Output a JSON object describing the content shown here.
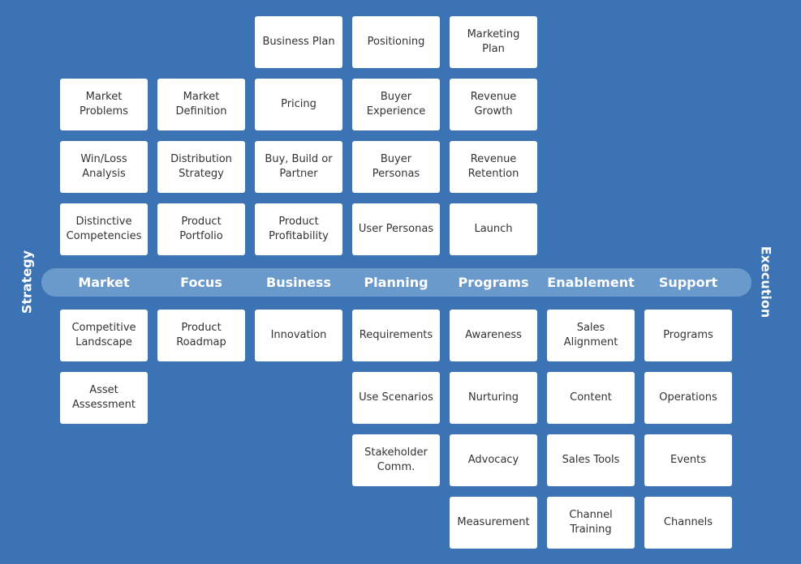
{
  "side_labels": {
    "left": "Strategy",
    "right": "Execution"
  },
  "columns": [
    {
      "header": "Market",
      "above": [
        "Market\nProblems",
        "Win/Loss\nAnalysis",
        "Distinctive\nCompetencies"
      ],
      "below": [
        "Competitive\nLandscape",
        "Asset\nAssessment"
      ]
    },
    {
      "header": "Focus",
      "above": [
        "Market\nDefinition",
        "Distribution\nStrategy",
        "Product\nPortfolio"
      ],
      "below": [
        "Product\nRoadmap"
      ]
    },
    {
      "header": "Business",
      "above": [
        "Business Plan",
        "Pricing",
        "Buy, Build or\nPartner",
        "Product\nProfitability"
      ],
      "below": [
        "Innovation"
      ]
    },
    {
      "header": "Planning",
      "above": [
        "Positioning",
        "Buyer\nExperience",
        "Buyer\nPersonas",
        "User Personas"
      ],
      "below": [
        "Requirements",
        "Use Scenarios",
        "Stakeholder\nComm."
      ]
    },
    {
      "header": "Programs",
      "above": [
        "Marketing\nPlan",
        "Revenue\nGrowth",
        "Revenue\nRetention",
        "Launch"
      ],
      "below": [
        "Awareness",
        "Nurturing",
        "Advocacy",
        "Measurement"
      ]
    },
    {
      "header": "Enablement",
      "above": [],
      "below": [
        "Sales\nAlignment",
        "Content",
        "Sales Tools",
        "Channel\nTraining"
      ]
    },
    {
      "header": "Support",
      "above": [],
      "below": [
        "Programs",
        "Operations",
        "Events",
        "Channels"
      ]
    }
  ],
  "colors": {
    "background": "#3c73b4",
    "bar": "#6a9acc",
    "box": "#ffffff",
    "box_text": "#333333",
    "header_text": "#ffffff"
  }
}
